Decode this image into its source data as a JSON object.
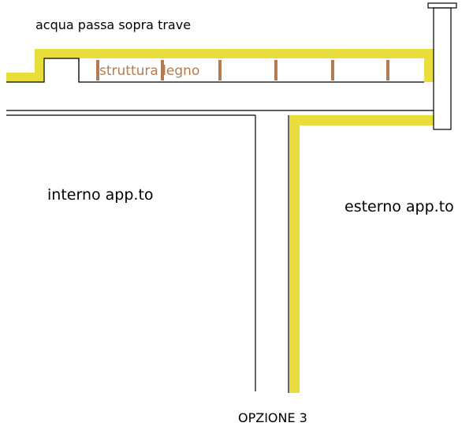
{
  "labels": {
    "water_over_beam": "acqua passa sopra trave",
    "wood_structure": "struttura legno",
    "interior": "interno app.to",
    "exterior": "esterno app.to",
    "option": "OPZIONE 3"
  },
  "colors": {
    "waterproofing": "#e8dd3b",
    "wood": "#b47a50",
    "line": "#000000",
    "background": "#ffffff"
  }
}
